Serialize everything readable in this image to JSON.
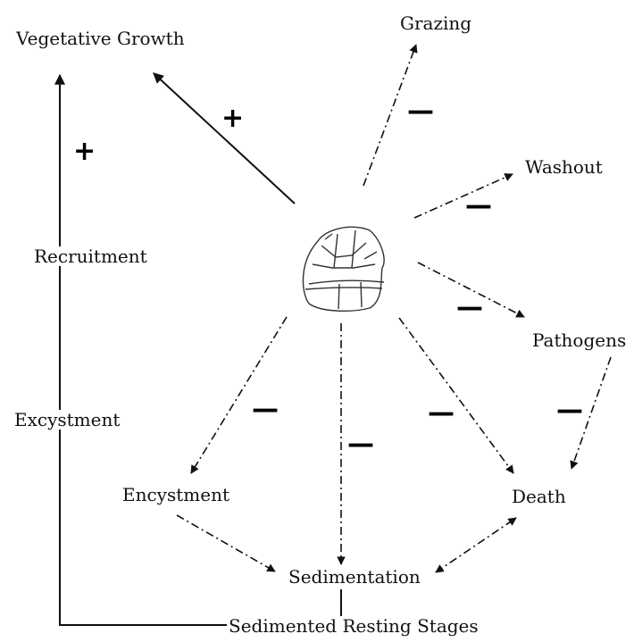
{
  "nodes": {
    "vegetative_growth": "Vegetative Growth",
    "grazing": "Grazing",
    "washout": "Washout",
    "pathogens": "Pathogens",
    "recruitment": "Recruitment",
    "excystment": "Excystment",
    "encystment": "Encystment",
    "death": "Death",
    "sedimentation": "Sedimentation",
    "sedimented_resting_stages": "Sedimented Resting Stages"
  },
  "signs": {
    "positive": "+",
    "negative": "—"
  },
  "icons": {
    "center_cell": "dinoflagellate-cell-icon"
  }
}
